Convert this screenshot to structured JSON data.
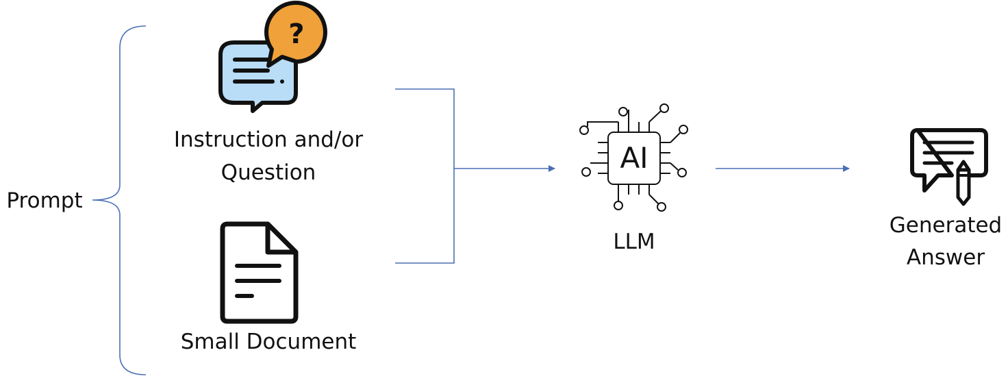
{
  "colors": {
    "connector": "#4a6fb5",
    "outline": "#111111",
    "speech_blue": "#b9dcf7",
    "question_orange": "#f0a13a",
    "background": "#ffffff"
  },
  "icons": {
    "question": "speech-bubbles-question-icon",
    "document": "document-icon",
    "llm": "ai-chip-icon",
    "answer": "chat-pencil-icon"
  },
  "labels": {
    "prompt": "Prompt",
    "instruction_line1": "Instruction and/or",
    "instruction_line2": "Question",
    "document": "Small Document",
    "llm": "LLM",
    "chip_text": "AI",
    "answer_line1": "Generated",
    "answer_line2": "Answer",
    "question_mark": "?"
  }
}
